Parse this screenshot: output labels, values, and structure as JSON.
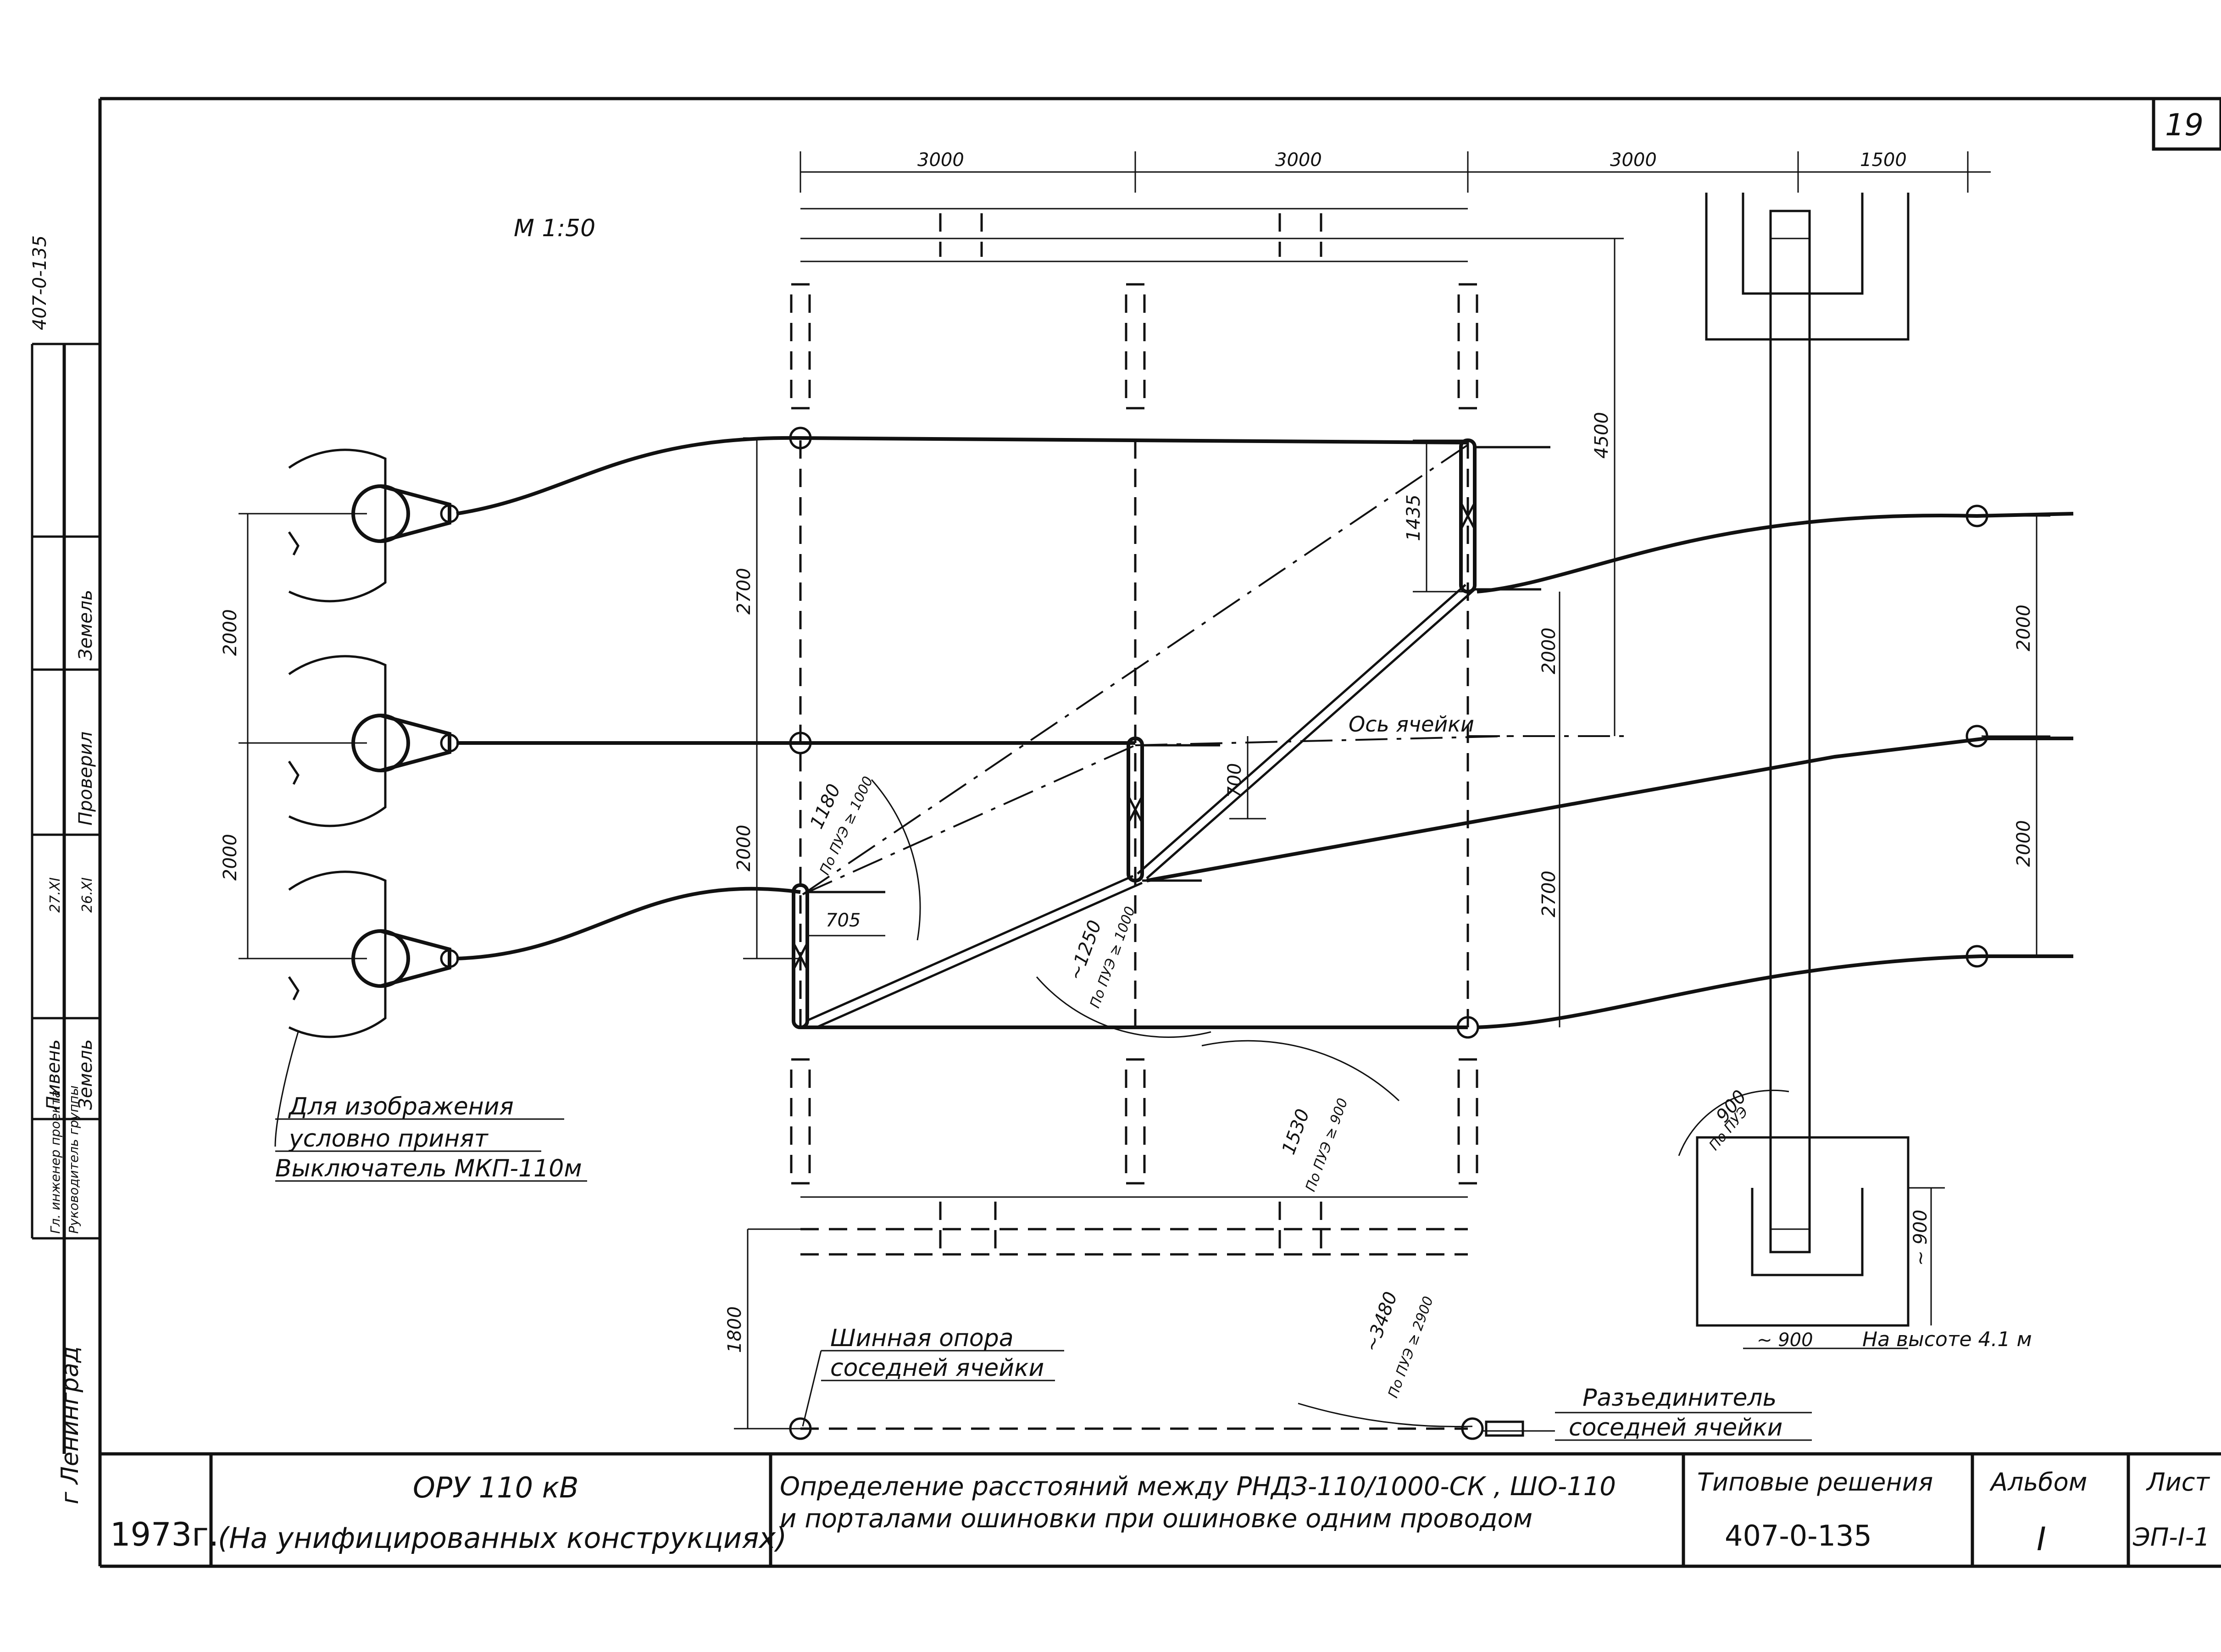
{
  "drawing": {
    "scale_label": "М 1:50",
    "sheet_corner_number": "19",
    "dims": {
      "top_3000_a": "3000",
      "top_3000_b": "3000",
      "top_3000_c": "3000",
      "top_1500": "1500",
      "d4500": "4500",
      "d1435": "1435",
      "d2700_left": "2700",
      "d2000_left_mid": "2000",
      "d2000_right_mid": "2000",
      "d2700_right": "2700",
      "d700": "700",
      "d705": "705",
      "d1180": "1180",
      "d1180_sub": "По ПУЭ ≥ 1000",
      "d1250": "~1250",
      "d1250_sub": "По ПУЭ ≥ 1000",
      "d1530": "1530",
      "d1530_sub": "По ПУЭ ≥ 900",
      "d3480": "~3480",
      "d3480_sub": "По ПУЭ ≥ 2900",
      "d900_arc": "900",
      "d900_arc_sub": "По ПУЭ",
      "d900_vert": "~ 900",
      "d900_horiz": "~ 900",
      "d1800": "1800",
      "left_2000_a": "2000",
      "left_2000_b": "2000",
      "right_2000_a": "2000",
      "right_2000_b": "2000"
    },
    "labels": {
      "cell_axis": "Ось ячейки",
      "height_note": "На высоте 4.1 м",
      "breaker_note_1": "Для изображения",
      "breaker_note_2": "условно принят",
      "breaker_note_3": "Выключатель МКП-110м",
      "bus_support_1": "Шинная опора",
      "bus_support_2": "соседней ячейки",
      "disconnector_1": "Разъединитель",
      "disconnector_2": "соседней ячейки"
    }
  },
  "side_stamp": {
    "city": "г Ленинград",
    "roles": [
      "Гл. инженер проекта",
      "Руководитель группы"
    ],
    "names": [
      "Пивень",
      "Земель"
    ],
    "checked": "Проверил",
    "checked_name": "Земель",
    "dates": [
      "27.XI",
      "26.XI"
    ],
    "top_text": "407-0-135"
  },
  "title_block": {
    "year": "1973г.",
    "object_line1": "ОРУ 110 кВ",
    "object_line2": "(На унифицированных конструкциях)",
    "description_line1": "Определение расстояний между РНДЗ-110/1000-СК , ШО-110",
    "description_line2": "и порталами ошиновки при ошиновке одним проводом",
    "typical_label": "Типовые решения",
    "typical_number": "407-0-135",
    "album_label": "Альбом",
    "album_value": "I",
    "sheet_label": "Лист",
    "sheet_value": "ЭП-I-1"
  }
}
